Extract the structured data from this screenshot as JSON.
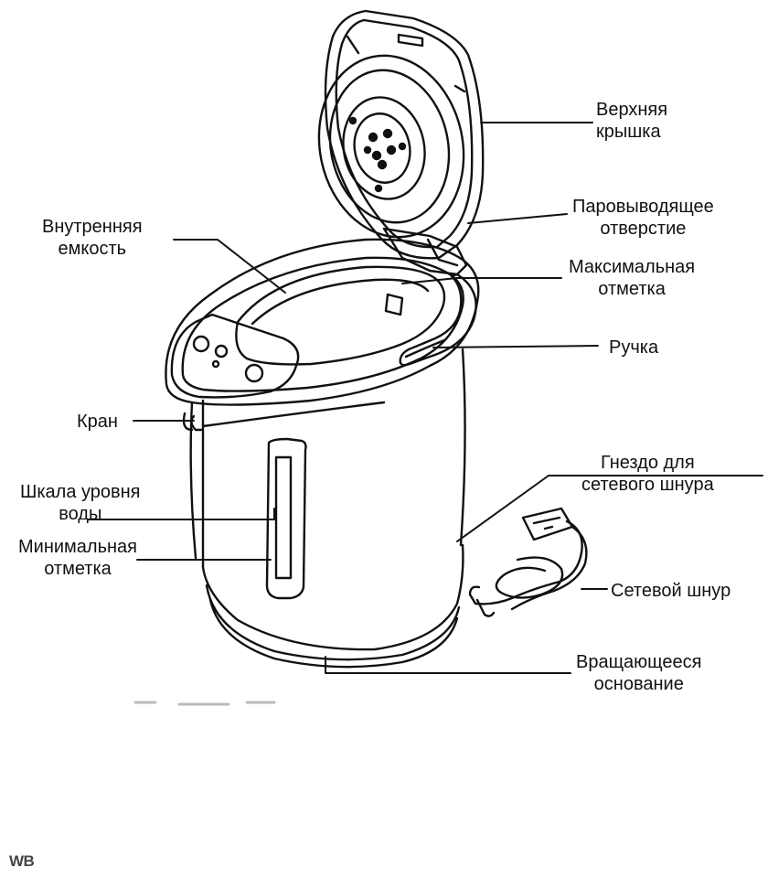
{
  "labels": {
    "top_lid": [
      "Верхняя",
      "крышка"
    ],
    "steam_vent": [
      "Паровыводящее",
      "отверстие"
    ],
    "max_mark": [
      "Максимальная",
      "отметка"
    ],
    "handle": [
      "Ручка"
    ],
    "power_socket": [
      "Гнездо для",
      "сетевого шнура"
    ],
    "power_cord": [
      "Сетевой шнур"
    ],
    "rotating_base": [
      "Вращающееся",
      "основание"
    ],
    "inner_container": [
      "Внутренняя",
      "емкость"
    ],
    "tap": [
      "Кран"
    ],
    "water_scale": [
      "Шкала уровня",
      "воды"
    ],
    "min_mark": [
      "Минимальная",
      "отметка"
    ]
  },
  "watermark": "WB"
}
